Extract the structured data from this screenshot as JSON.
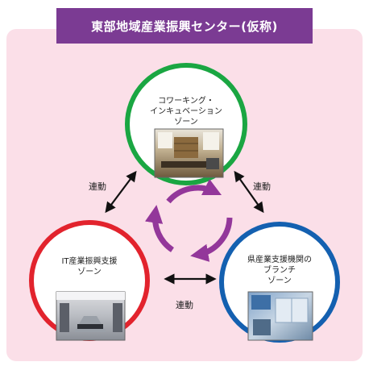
{
  "title": "東部地域産業振興センター(仮称)",
  "zones": {
    "top": {
      "lines": [
        "コワーキング・",
        "インキュベーション",
        "ゾーン"
      ],
      "color": "#1aa642"
    },
    "left": {
      "lines": [
        "IT産業振興支援",
        "ゾーン"
      ],
      "color": "#e2232d"
    },
    "right": {
      "lines": [
        "県産業支援機関の",
        "ブランチ",
        "ゾーン"
      ],
      "color": "#1460b0"
    }
  },
  "links": {
    "top_left": "連動",
    "top_right": "連動",
    "bottom": "連動"
  },
  "colors": {
    "banner": "#7b3b93",
    "panel": "#fbdfe8",
    "cycle": "#93379a"
  }
}
